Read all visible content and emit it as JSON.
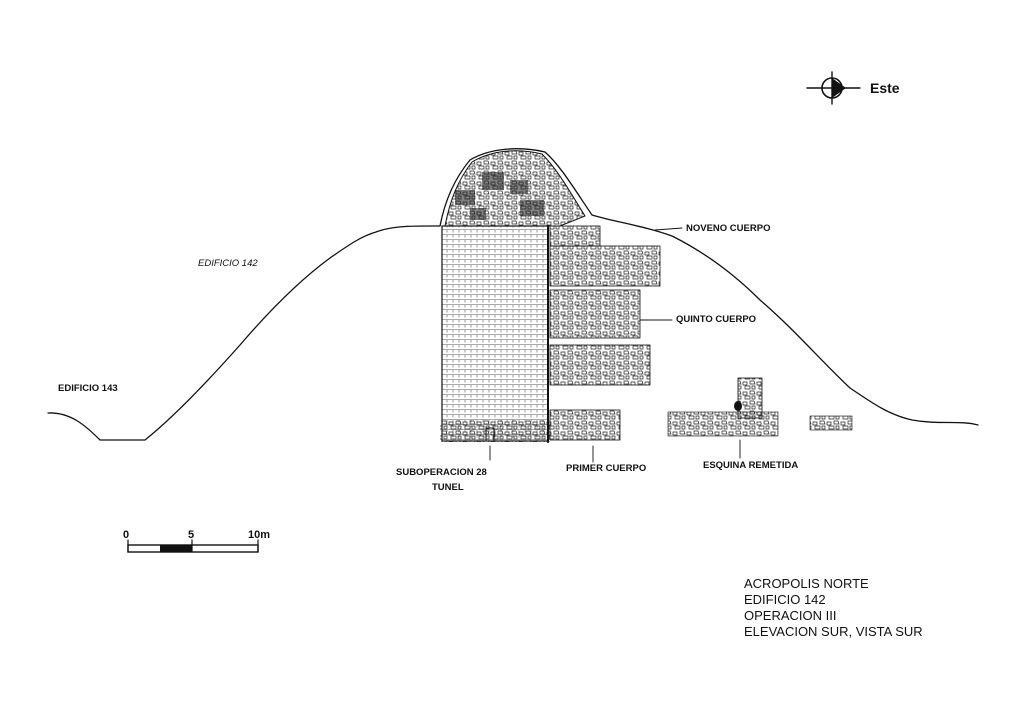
{
  "compass": {
    "label": "Este"
  },
  "labels": {
    "edificio_142": "EDIFICIO 142",
    "edificio_143": "EDIFICIO 143",
    "noveno_cuerpo": "NOVENO CUERPO",
    "quinto_cuerpo": "QUINTO CUERPO",
    "suboperacion_line1": "SUBOPERACION 28",
    "suboperacion_line2": "TUNEL",
    "primer_cuerpo": "PRIMER CUERPO",
    "esquina_remetida": "ESQUINA REMETIDA"
  },
  "scale_bar": {
    "tick_0": "0",
    "tick_5": "5",
    "tick_10": "10m"
  },
  "title_block": {
    "line1": "ACROPOLIS NORTE",
    "line2": "EDIFICIO 142",
    "line3": "OPERACION III",
    "line4": "ELEVACION SUR, VISTA SUR"
  },
  "colors": {
    "ink": "#111111",
    "paper": "#ffffff"
  }
}
